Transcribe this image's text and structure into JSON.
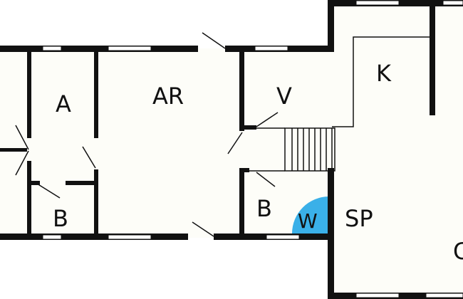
{
  "floorplan": {
    "colors": {
      "wall": "#111111",
      "floor": "#fdfdf8",
      "window": "#ffffff",
      "wetroom": "#3ab0e8"
    },
    "rooms": {
      "a": "A",
      "ar": "AR",
      "v": "V",
      "k": "K",
      "b_left": "B",
      "b_right": "B",
      "w": "W",
      "sp": "SP",
      "c_partial": "C"
    }
  }
}
